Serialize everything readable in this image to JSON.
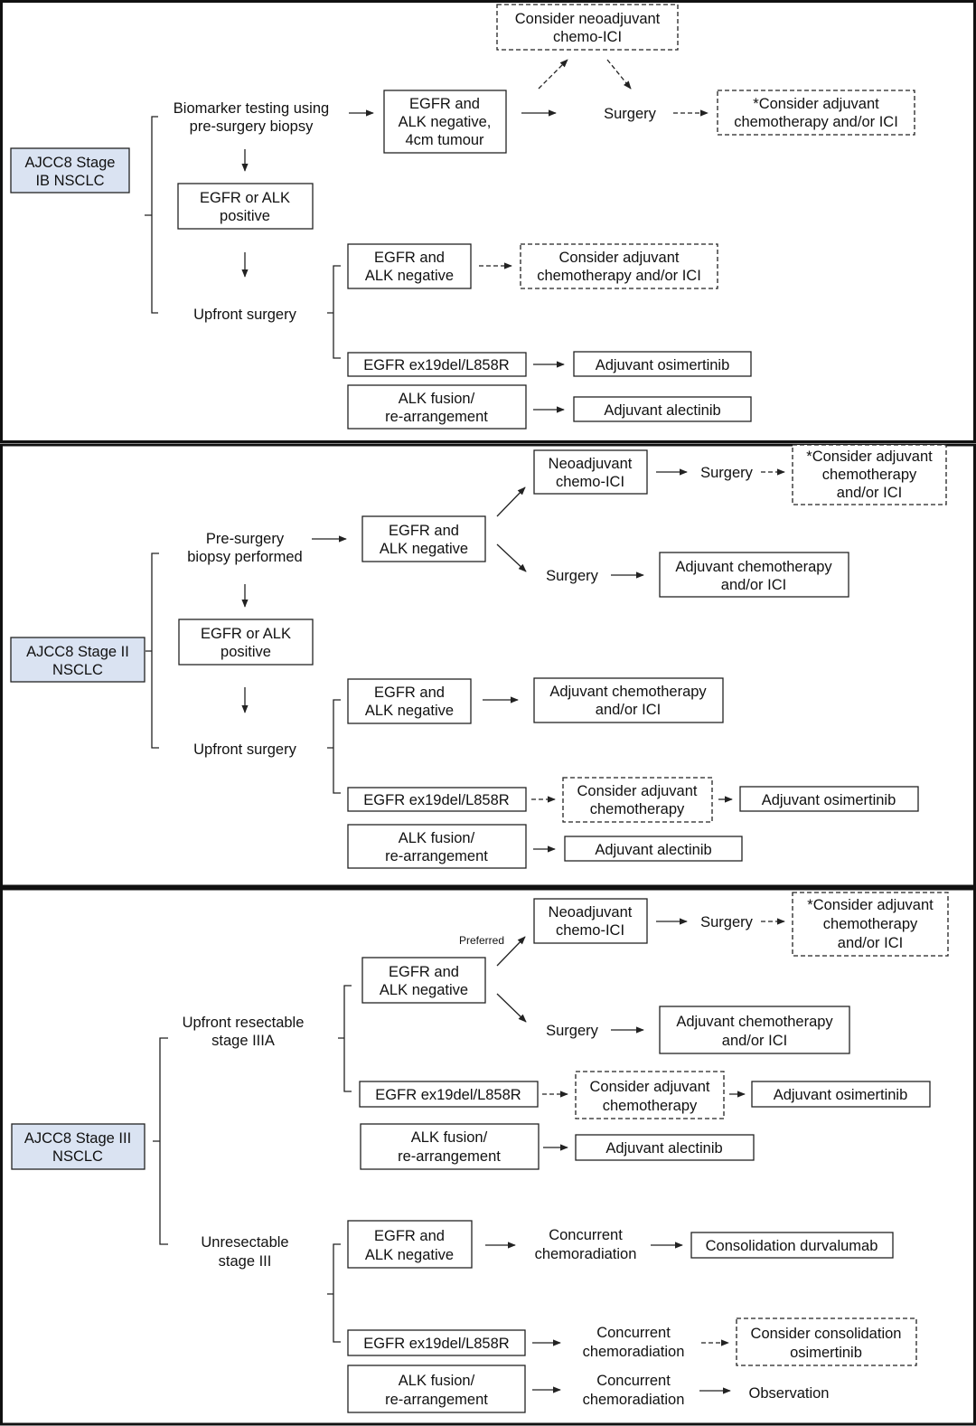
{
  "colors": {
    "blue": "#dae3f2",
    "grey": "#d9d9d9",
    "yellow": "#fdf1cc",
    "green": "#e2efd9",
    "salmon": "#f8cbad",
    "slate": "#b4bdd0"
  },
  "p1": {
    "stage": [
      "AJCC8 Stage",
      "IB NSCLC"
    ],
    "biomarker": [
      "Biomarker testing using",
      "pre-surgery biopsy"
    ],
    "egfr_alk_4cm": [
      "EGFR and",
      "ALK negative,",
      "4cm tumour"
    ],
    "neoadj": [
      "Consider neoadjuvant",
      "chemo-ICI"
    ],
    "surgery": "Surgery",
    "consider_adj_star": [
      "*Consider adjuvant",
      "chemotherapy and/or ICI"
    ],
    "egfr_alk_pos": [
      "EGFR or ALK",
      "positive"
    ],
    "upfront": "Upfront surgery",
    "egfr_alk_neg": [
      "EGFR and",
      "ALK negative"
    ],
    "consider_adj": [
      "Consider adjuvant",
      "chemotherapy and/or ICI"
    ],
    "egfr_mut": "EGFR ex19del/L858R",
    "osimertinib": "Adjuvant osimertinib",
    "alk_fusion": [
      "ALK fusion/",
      "re-arrangement"
    ],
    "alectinib": "Adjuvant alectinib"
  },
  "p2": {
    "stage": [
      "AJCC8 Stage II",
      "NSCLC"
    ],
    "presurgery": [
      "Pre-surgery",
      "biopsy performed"
    ],
    "egfr_alk_neg": [
      "EGFR and",
      "ALK negative"
    ],
    "neoadj": [
      "Neoadjuvant",
      "chemo-ICI"
    ],
    "surgery_top": "Surgery",
    "consider_adj_star": [
      "*Consider adjuvant",
      "chemotherapy",
      "and/or ICI"
    ],
    "surgery_mid": "Surgery",
    "adj_chemo_mid": [
      "Adjuvant chemotherapy",
      "and/or ICI"
    ],
    "egfr_alk_pos": [
      "EGFR or ALK",
      "positive"
    ],
    "upfront": "Upfront surgery",
    "egfr_alk_neg2": [
      "EGFR and",
      "ALK negative"
    ],
    "adj_chemo_low": [
      "Adjuvant chemotherapy",
      "and/or ICI"
    ],
    "egfr_mut": "EGFR ex19del/L858R",
    "consider_chemo": [
      "Consider adjuvant",
      "chemotherapy"
    ],
    "osimertinib": "Adjuvant osimertinib",
    "alk_fusion": [
      "ALK fusion/",
      "re-arrangement"
    ],
    "alectinib": "Adjuvant alectinib"
  },
  "p3": {
    "stage": [
      "AJCC8 Stage III",
      "NSCLC"
    ],
    "resectable": [
      "Upfront resectable",
      "stage IIIA"
    ],
    "unresectable": [
      "Unresectable",
      "stage III"
    ],
    "preferred": "Preferred",
    "egfr_alk_neg": [
      "EGFR and",
      "ALK negative"
    ],
    "neoadj": [
      "Neoadjuvant",
      "chemo-ICI"
    ],
    "surgery_top": "Surgery",
    "consider_adj_star": [
      "*Consider adjuvant",
      "chemotherapy",
      "and/or ICI"
    ],
    "surgery_mid": "Surgery",
    "adj_chemo": [
      "Adjuvant chemotherapy",
      "and/or ICI"
    ],
    "egfr_mut": "EGFR ex19del/L858R",
    "consider_chemo": [
      "Consider adjuvant",
      "chemotherapy"
    ],
    "osimertinib": "Adjuvant osimertinib",
    "alk_fusion": [
      "ALK fusion/",
      "re-arrangement"
    ],
    "alectinib": "Adjuvant alectinib",
    "unres_egfr_alk_neg": [
      "EGFR and",
      "ALK negative"
    ],
    "crt1": [
      "Concurrent",
      "chemoradiation"
    ],
    "durvalumab": "Consolidation durvalumab",
    "unres_egfr_mut": "EGFR ex19del/L858R",
    "crt2": [
      "Concurrent",
      "chemoradiation"
    ],
    "consider_osim": [
      "Consider consolidation",
      "osimertinib"
    ],
    "unres_alk_fusion": [
      "ALK fusion/",
      "re-arrangement"
    ],
    "crt3": [
      "Concurrent",
      "chemoradiation"
    ],
    "observation": "Observation"
  }
}
